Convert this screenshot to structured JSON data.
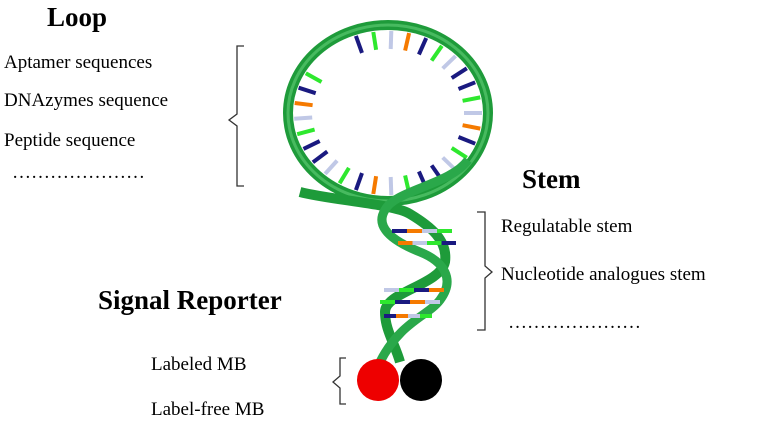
{
  "loop": {
    "title": "Loop",
    "items": [
      "Aptamer sequences",
      "DNAzymes sequence",
      "Peptide sequence",
      "…………………"
    ]
  },
  "stem": {
    "title": "Stem",
    "items": [
      "Regulatable stem",
      "Nucleotide analogues stem",
      "…………………"
    ]
  },
  "reporter": {
    "title": "Signal Reporter",
    "items": [
      "Labeled MB",
      "Label-free MB"
    ],
    "dot_colors": [
      "#ee0000",
      "#000000"
    ]
  },
  "colors": {
    "backbone": "#1e9b3a",
    "backbone_light": "#4cc069",
    "base_navy": "#1a1a80",
    "base_green": "#2ee82e",
    "base_pale": "#c0c8e6",
    "base_orange": "#f57a00"
  }
}
